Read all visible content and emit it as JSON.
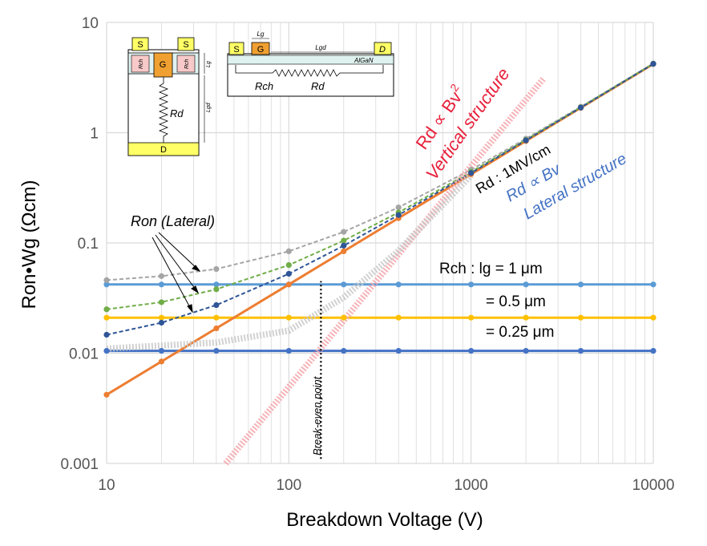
{
  "chart_data": {
    "type": "line",
    "xscale": "log",
    "yscale": "log",
    "xlim": [
      10,
      10000
    ],
    "ylim": [
      0.001,
      10
    ],
    "grid": true,
    "xlabel": "Breakdown Voltage (V)",
    "ylabel": "Ron•Wg (Ωcm)",
    "x_ticks": [
      {
        "value": 10,
        "label": "10"
      },
      {
        "value": 100,
        "label": "100"
      },
      {
        "value": 1000,
        "label": "1000"
      },
      {
        "value": 10000,
        "label": "10000"
      }
    ],
    "y_ticks": [
      {
        "value": 0.001,
        "label": "0.001"
      },
      {
        "value": 0.01,
        "label": "0.01"
      },
      {
        "value": 0.1,
        "label": "0.1"
      },
      {
        "value": 1,
        "label": "1"
      },
      {
        "value": 10,
        "label": "10"
      }
    ],
    "series": [
      {
        "key": "rch-1um",
        "color": "#5b9bd5",
        "style": "solid",
        "x": [
          10,
          20,
          40,
          100,
          200,
          400,
          1000,
          2000,
          4000,
          10000
        ],
        "y": [
          0.042,
          0.042,
          0.042,
          0.042,
          0.042,
          0.042,
          0.042,
          0.042,
          0.042,
          0.042
        ]
      },
      {
        "key": "rch-05um",
        "color": "#ffc000",
        "style": "solid",
        "x": [
          10,
          20,
          40,
          100,
          200,
          400,
          1000,
          2000,
          4000,
          10000
        ],
        "y": [
          0.021,
          0.021,
          0.021,
          0.021,
          0.021,
          0.021,
          0.021,
          0.021,
          0.021,
          0.021
        ]
      },
      {
        "key": "rch-025um",
        "color": "#4472c4",
        "style": "solid",
        "x": [
          10,
          20,
          40,
          100,
          200,
          400,
          1000,
          2000,
          4000,
          10000
        ],
        "y": [
          0.0105,
          0.0105,
          0.0105,
          0.0105,
          0.0105,
          0.0105,
          0.0105,
          0.0105,
          0.0105,
          0.0105
        ]
      },
      {
        "key": "rd-lateral",
        "color": "#ed7d31",
        "style": "solid",
        "x": [
          10,
          20,
          40,
          100,
          200,
          400,
          1000,
          2000,
          4000,
          10000
        ],
        "y": [
          0.0042,
          0.0084,
          0.0168,
          0.042,
          0.084,
          0.168,
          0.42,
          0.84,
          1.68,
          4.2
        ]
      },
      {
        "key": "ron-1um",
        "color": "#a5a5a5",
        "style": "dashed",
        "x": [
          10,
          20,
          40,
          100,
          200,
          400,
          1000,
          2000,
          4000,
          10000
        ],
        "y": [
          0.046,
          0.05,
          0.058,
          0.084,
          0.126,
          0.21,
          0.462,
          0.882,
          1.72,
          4.24
        ]
      },
      {
        "key": "ron-05um",
        "color": "#70ad47",
        "style": "dashed",
        "x": [
          10,
          20,
          40,
          100,
          200,
          400,
          1000,
          2000,
          4000,
          10000
        ],
        "y": [
          0.025,
          0.029,
          0.038,
          0.063,
          0.105,
          0.189,
          0.441,
          0.861,
          1.7,
          4.22
        ]
      },
      {
        "key": "ron-025um",
        "color": "#2e5597",
        "style": "dashed",
        "x": [
          10,
          20,
          40,
          100,
          200,
          400,
          1000,
          2000,
          4000,
          10000
        ],
        "y": [
          0.0147,
          0.0189,
          0.0273,
          0.0525,
          0.0945,
          0.179,
          0.431,
          0.851,
          1.69,
          4.21
        ]
      },
      {
        "key": "rd-vertical",
        "color": "#f4a6ab",
        "style": "thick-dashed",
        "x": [
          45,
          2500
        ],
        "y": [
          0.001,
          3.1
        ]
      },
      {
        "key": "ron-vertical",
        "color": "#c9c9c9",
        "style": "thick-dashed",
        "x": [
          10,
          40,
          100,
          200,
          400,
          1000
        ],
        "y": [
          0.011,
          0.0125,
          0.016,
          0.032,
          0.085,
          0.41
        ]
      }
    ],
    "break_even_x": 150,
    "annotations": {
      "ron_lateral": "Ron (Lateral)",
      "rd_vertical_formula": "Rd   ∝ Bv",
      "rd_vertical_exp": "2",
      "vertical_structure": "Vertical structure",
      "rd_field": "Rd : 1MV/cm",
      "rd_lateral_formula": "Rd   ∝ Bv",
      "lateral_structure": "Lateral structure",
      "rch_1um": "Rch : lg = 1 μm",
      "rch_05um": "= 0.5 μm",
      "rch_025um": "= 0.25 μm",
      "break_even": "Break-even point"
    },
    "inset_vertical": {
      "s_left": "S",
      "s_right": "S",
      "gate": "G",
      "rch_left": "Rch",
      "rch_right": "Rch",
      "lg": "Lg",
      "rd": "Rd",
      "lgd": "Lgd",
      "drain": "D"
    },
    "inset_lateral": {
      "source": "S",
      "gate": "G",
      "drain": "D",
      "lg": "Lg",
      "lgd": "Lgd",
      "barrier": "AlGaN",
      "rch": "Rch",
      "rd": "Rd"
    }
  }
}
